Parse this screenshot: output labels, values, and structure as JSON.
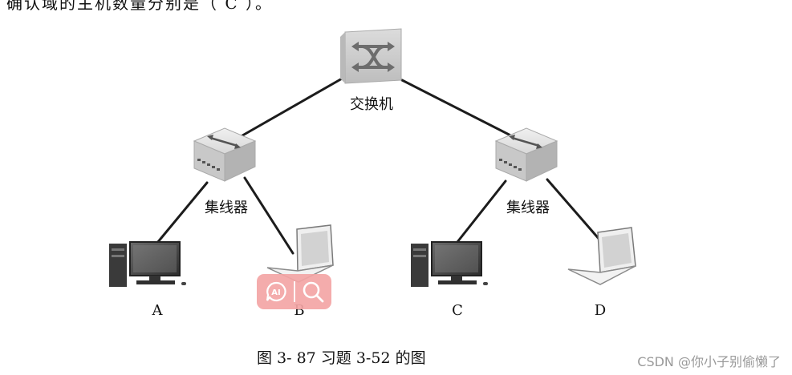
{
  "header_text": "确认域的主机数量分别是（ C ）。",
  "switch": {
    "label": "交换机"
  },
  "hubs": [
    {
      "label": "集线器"
    },
    {
      "label": "集线器"
    }
  ],
  "hosts": [
    {
      "label": "A",
      "kind": "desktop"
    },
    {
      "label": "B",
      "kind": "laptop"
    },
    {
      "label": "C",
      "kind": "desktop"
    },
    {
      "label": "D",
      "kind": "laptop"
    }
  ],
  "caption": "图  3- 87  习题 3-52 的图",
  "watermark": "CSDN @你小子别偷懒了",
  "badge": {
    "left_icon": "AI",
    "right_icon": "search-icon"
  }
}
